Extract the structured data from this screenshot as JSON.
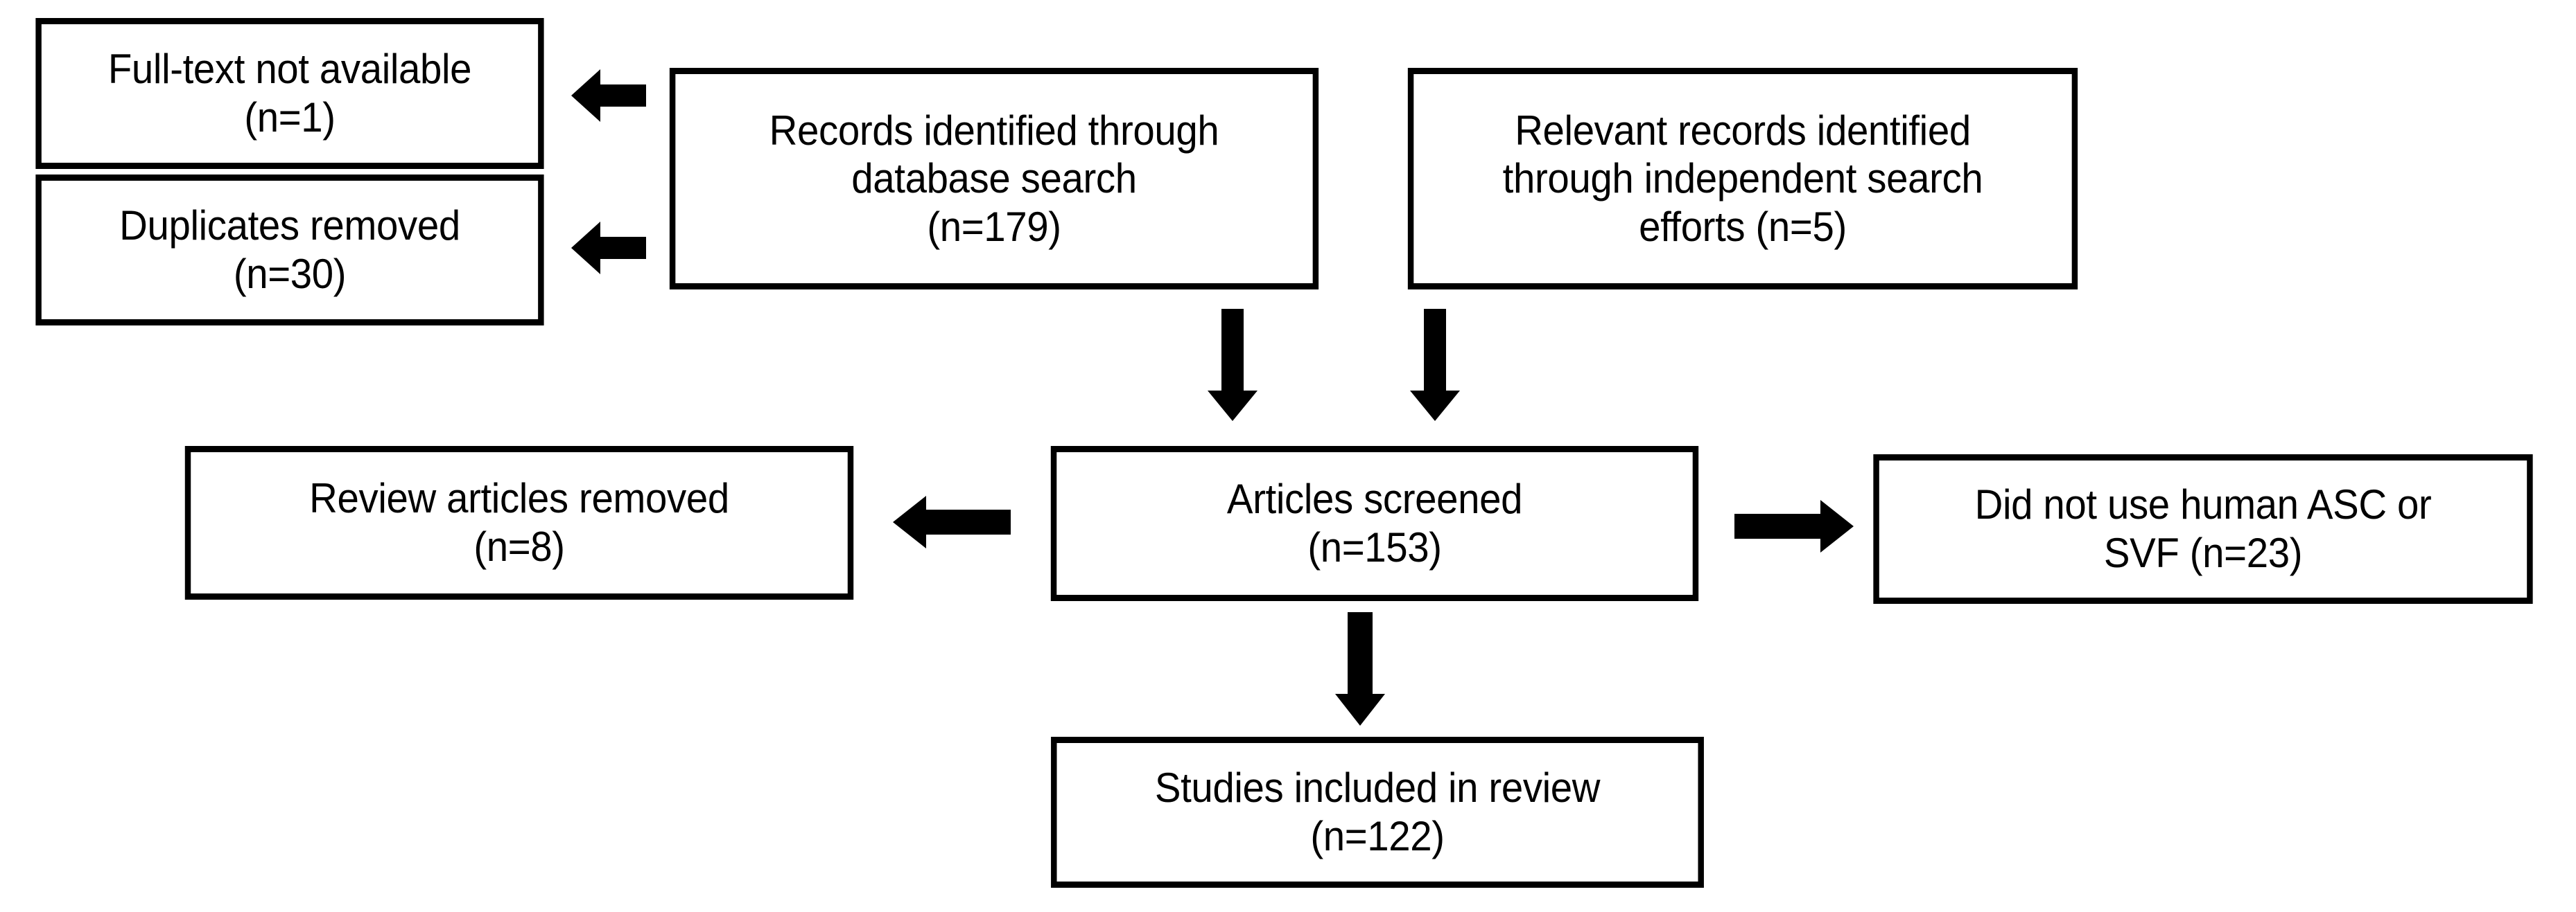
{
  "diagram": {
    "type": "prisma-flow-diagram",
    "background_color": "#ffffff",
    "stroke_color": "#000000",
    "nodes": {
      "fulltext_not_available": "Full-text not available\n(n=1)",
      "duplicates_removed": "Duplicates removed\n(n=30)",
      "records_identified": "Records identified through\ndatabase search\n(n=179)",
      "relevant_records": "Relevant records identified\nthrough independent search\nefforts (n=5)",
      "review_articles_removed": "Review articles removed\n(n=8)",
      "articles_screened": "Articles screened\n(n=153)",
      "did_not_use_human": "Did not use human ASC or\nSVF (n=23)",
      "studies_included": "Studies included in review\n(n=122)"
    },
    "counts": {
      "fulltext_not_available": 1,
      "duplicates_removed": 30,
      "records_identified": 179,
      "relevant_records": 5,
      "review_articles_removed": 8,
      "articles_screened": 153,
      "did_not_use_human": 23,
      "studies_included": 122
    },
    "arrows": [
      {
        "name": "records-to-fulltext",
        "direction": "left",
        "from": "records_identified",
        "to": "fulltext_not_available"
      },
      {
        "name": "records-to-duplicates",
        "direction": "left",
        "from": "records_identified",
        "to": "duplicates_removed"
      },
      {
        "name": "records-to-screened",
        "direction": "down",
        "from": "records_identified",
        "to": "articles_screened"
      },
      {
        "name": "relevant-to-screened",
        "direction": "down",
        "from": "relevant_records",
        "to": "articles_screened"
      },
      {
        "name": "screened-to-review",
        "direction": "left",
        "from": "articles_screened",
        "to": "review_articles_removed"
      },
      {
        "name": "screened-to-notuse",
        "direction": "right",
        "from": "articles_screened",
        "to": "did_not_use_human"
      },
      {
        "name": "screened-to-included",
        "direction": "down",
        "from": "articles_screened",
        "to": "studies_included"
      }
    ]
  }
}
